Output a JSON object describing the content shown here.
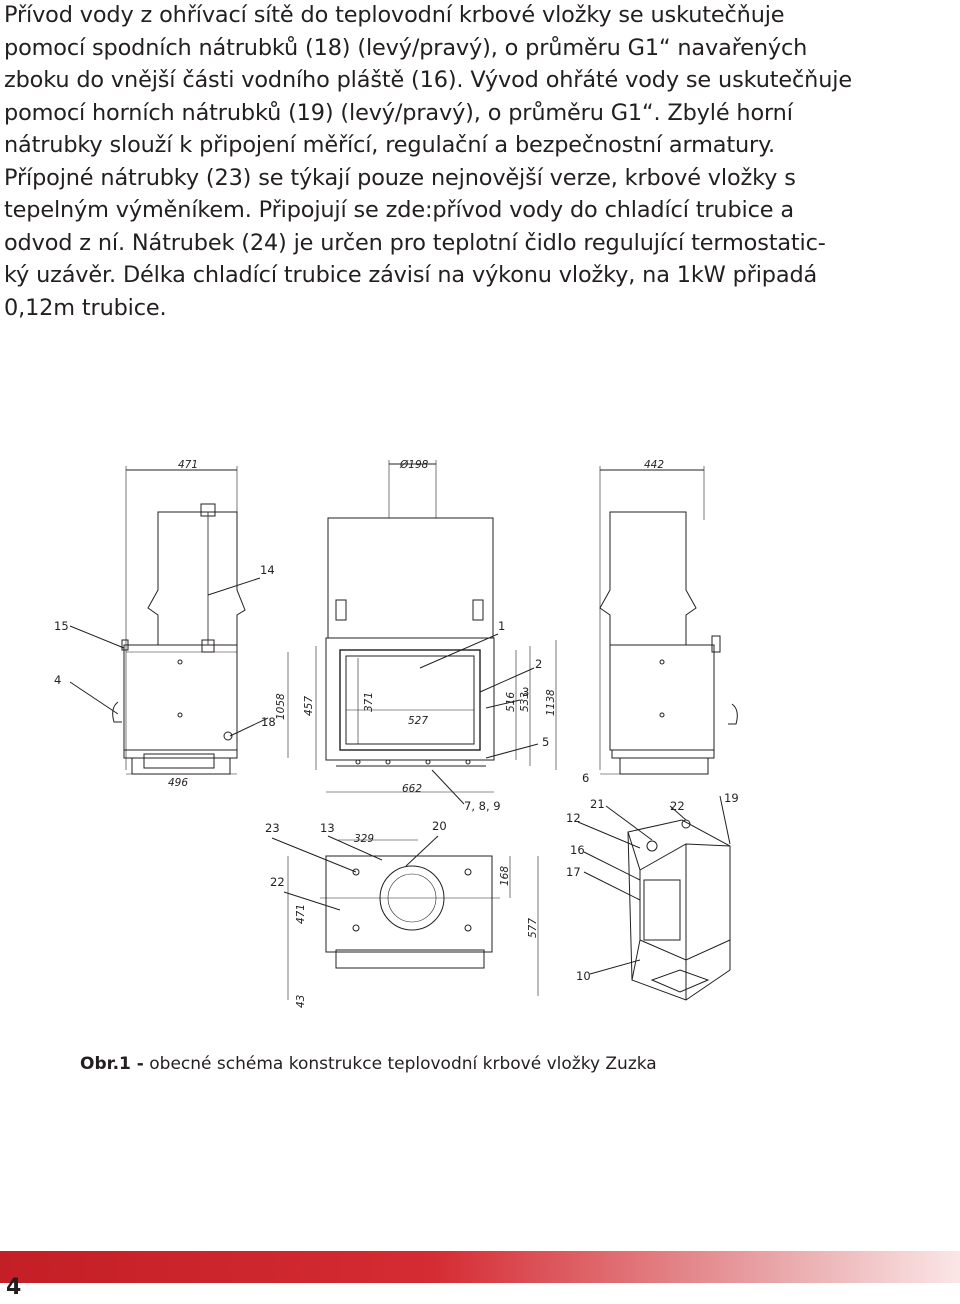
{
  "paragraph": {
    "lines": [
      "Přívod vody z ohřívací sítě do teplovodní krbové vložky se uskutečňuje",
      "pomocí spodních nátrubků (18) (levý/pravý), o průměru G1“ navařených",
      "zboku do vnější části vodního pláště (16). Vývod ohřáté vody se uskutečňuje",
      "pomocí horních nátrubků (19) (levý/pravý), o průměru G1“. Zbylé horní",
      "nátrubky slouží k připojení měřící, regulační a bezpečnostní armatury.",
      "Přípojné nátrubky (23) se týkají pouze nejnovější verze, krbové vložky s",
      "tepelným výměníkem. Připojují se zde:přívod vody do chladící trubice a",
      "odvod z ní. Nátrubek (24) je určen pro teplotní čidlo regulující termostatic-",
      "ký uzávěr. Délka chladící trubice závisí na výkonu vložky, na 1kW připadá",
      "0,12m trubice."
    ]
  },
  "diagram": {
    "part_labels": [
      "14",
      "15",
      "4",
      "18",
      "1",
      "2",
      "3",
      "5",
      "6",
      "7, 8, 9",
      "19",
      "21",
      "22",
      "12",
      "16",
      "17",
      "10",
      "23",
      "13",
      "20",
      "22"
    ],
    "dimensions": [
      "471",
      "Ø198",
      "442",
      "1058",
      "457",
      "371",
      "527",
      "516",
      "533",
      "1138",
      "496",
      "662",
      "329",
      "168",
      "577",
      "471",
      "43"
    ]
  },
  "caption": {
    "label": "Obr.1 -",
    "text": " obecné schéma konstrukce teplovodní krbové vložky Zuzka"
  },
  "footer": {
    "page_number": "4"
  },
  "colors": {
    "accent": "#c41f26",
    "text": "#231f20"
  }
}
